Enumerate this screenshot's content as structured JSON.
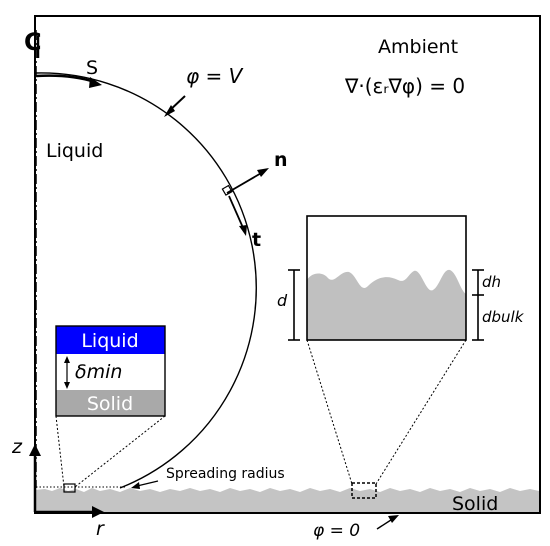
{
  "labels": {
    "centerline": "C",
    "arc_length": "S",
    "surface_potential": "φ = V",
    "ambient": "Ambient",
    "laplace": "∇·(εᵣ∇φ) = 0",
    "liquid": "Liquid",
    "normal": "n",
    "tangent": "t",
    "spreading_radius": "Spreading radius",
    "solid": "Solid",
    "ground_potential": "φ = 0",
    "z_axis": "z",
    "r_axis": "r"
  },
  "inset_layers": {
    "liquid": "Liquid",
    "gap": "δmin",
    "solid": "Solid"
  },
  "inset_roughness": {
    "d": "d",
    "dh": "dh",
    "dbulk": "dbulk"
  },
  "colors": {
    "liquid_layer": "#0000ff",
    "solid": "#a9a9a9",
    "rough_solid": "#c0c0c0"
  }
}
